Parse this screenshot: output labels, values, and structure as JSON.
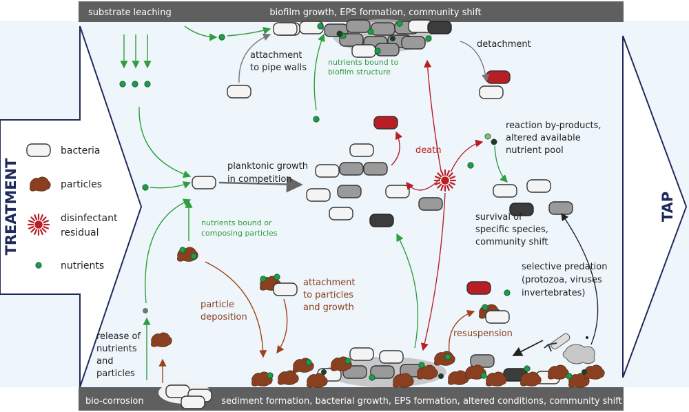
{
  "side_labels": {
    "left": "TREATMENT",
    "right": "TAP"
  },
  "pipe": {
    "top_left": "substrate leaching",
    "top_center": "biofilm growth,  EPS formation, community shift",
    "bottom_left": "bio-corrosion",
    "bottom_center": "sediment formation, bacterial growth, EPS formation, altered conditions, community shift"
  },
  "legend": [
    {
      "icon": "bacterium-icon",
      "label": "bacteria"
    },
    {
      "icon": "particle-icon",
      "label": "particles"
    },
    {
      "icon": "disinfectant-icon",
      "label": "disinfectant"
    },
    {
      "icon": "disinfectant-icon",
      "label": "residual"
    },
    {
      "icon": "nutrient-icon",
      "label": "nutrients"
    }
  ],
  "labels": {
    "attachment_walls_1": "attachment",
    "attachment_walls_2": "to pipe walls",
    "nutrients_biofilm_1": "nutrients bound to",
    "nutrients_biofilm_2": "biofilm structure",
    "detachment": "detachment",
    "planktonic_1": "planktonic growth",
    "planktonic_2": "in competition",
    "death": "death",
    "byproducts_1": "reaction by-products,",
    "byproducts_2": "altered available",
    "byproducts_3": "nutrient pool",
    "survival_1": "survival of",
    "survival_2": "specific species,",
    "survival_3": "community shift",
    "nutrients_particles_1": "nutrients bound or",
    "nutrients_particles_2": "composing particles",
    "predation_1": "selective predation",
    "predation_2": "(protozoa, viruses",
    "predation_3": "invertebrates)",
    "attach_particles_1": "attachment",
    "attach_particles_2": "to particles",
    "attach_particles_3": "and growth",
    "deposition_1": "particle",
    "deposition_2": "deposition",
    "resuspension": "resuspension",
    "release_1": "release of",
    "release_2": "nutrients",
    "release_3": "and",
    "release_4": "particles"
  },
  "colors": {
    "green": "#2e9e3e",
    "nutrient": "#1f9a4a",
    "rust": "#a0431a",
    "particle": "#8a3f20",
    "red": "#b81e24",
    "pipe": "#5f5f5f",
    "navy": "#1f2a5c",
    "water": "#eef5fb"
  }
}
